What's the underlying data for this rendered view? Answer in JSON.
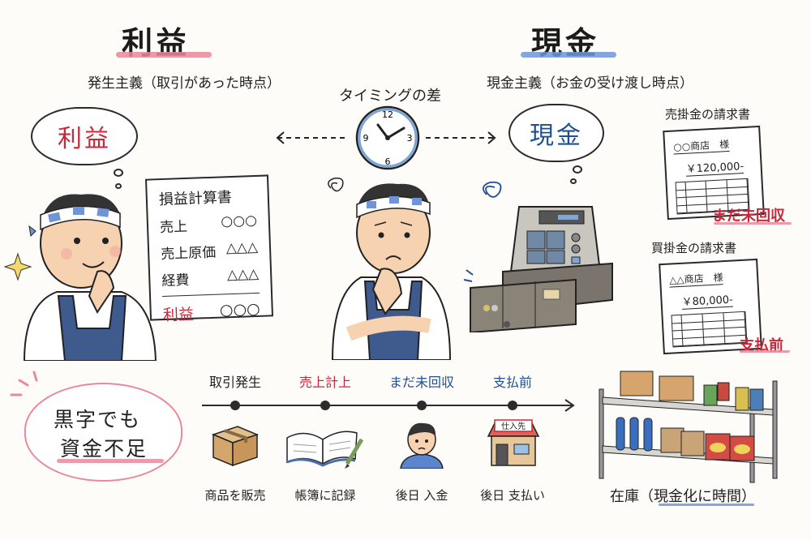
{
  "left_section": {
    "title": "利益",
    "subtitle": "発生主義（取引があった時点）",
    "thought_bubble": "利益",
    "character": "smiling shopkeeper with headband thinking",
    "pl_statement": {
      "title": "損益計算書",
      "rows": [
        {
          "label": "売上",
          "value": "○○○"
        },
        {
          "label": "売上原価",
          "value": "△△△"
        },
        {
          "label": "経費",
          "value": "△△△"
        }
      ],
      "result": {
        "label": "利益",
        "value": "○○○"
      }
    }
  },
  "center_section": {
    "label": "タイミングの差",
    "clock": {
      "numbers": [
        "12",
        "3",
        "6",
        "9"
      ]
    },
    "character": "worried shopkeeper with headband"
  },
  "right_section": {
    "title": "現金",
    "subtitle": "現金主義（お金の受け渡し時点）",
    "thought_bubble": "現金",
    "object": "cash register with open drawer",
    "receivable_invoice": {
      "heading": "売掛金の請求書",
      "addressee": "○○商店　様",
      "amount": "￥120,000-",
      "stamp": "まだ未回収"
    },
    "payable_invoice": {
      "heading": "買掛金の請求書",
      "addressee": "△△商店　様",
      "amount": "￥80,000-",
      "stamp": "支払前"
    }
  },
  "callout": {
    "line1": "黒字でも",
    "line2": "資金不足"
  },
  "timeline": {
    "steps": [
      {
        "label": "取引発生",
        "color": "#1f1f1f",
        "icon": "cardboard-box",
        "caption": "商品を販売"
      },
      {
        "label": "売上計上",
        "color": "#c9283a",
        "icon": "open-ledger-with-pencil",
        "caption": "帳簿に記録"
      },
      {
        "label": "まだ未回収",
        "color": "#1f4f93",
        "icon": "worried-customer",
        "caption": "後日 入金"
      },
      {
        "label": "支払前",
        "color": "#1f4f93",
        "icon": "supplier-shop",
        "caption": "後日 支払い",
        "shop_sign": "仕入先"
      }
    ]
  },
  "inventory": {
    "caption_prefix": "在庫",
    "caption_paren": "（現金化に時間）",
    "object": "shelf with boxes, cans, bottles, bags"
  },
  "colors": {
    "red_accent": "#c9283a",
    "blue_accent": "#1f4f93",
    "red_underline": "#e88a9a",
    "blue_underline": "#6f95d8",
    "apron": "#3f5a8c",
    "skin": "#f6d2b0"
  }
}
